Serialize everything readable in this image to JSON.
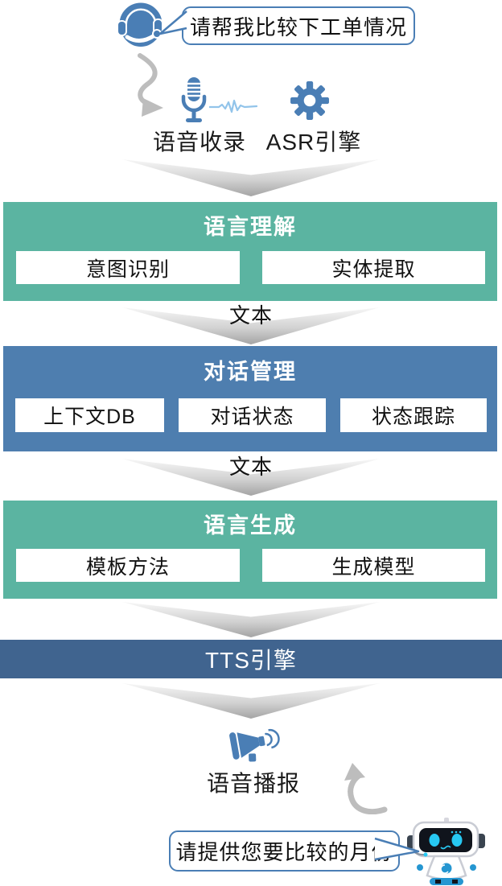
{
  "dialog": {
    "user_bubble": "请帮我比较下工单情况",
    "bot_bubble": "请提供您要比较的月份"
  },
  "frontend": {
    "voice_capture_label": "语音收录",
    "asr_label": "ASR引擎",
    "broadcast_label": "语音播报"
  },
  "stages": {
    "nlu": {
      "title": "语言理解",
      "items": [
        "意图识别",
        "实体提取"
      ]
    },
    "dm": {
      "title": "对话管理",
      "items": [
        "上下文DB",
        "对话状态",
        "状态跟踪"
      ]
    },
    "nlg": {
      "title": "语言生成",
      "items": [
        "模板方法",
        "生成模型"
      ]
    },
    "tts": {
      "title": "TTS引擎"
    }
  },
  "connectors": {
    "nlu_to_dm_label": "文本",
    "dm_to_nlg_label": "文本"
  },
  "colors": {
    "teal": "#5BB4A1",
    "blue": "#4E7EAF",
    "navy": "#40648F",
    "icon_blue": "#4A7EB5",
    "waveform_blue": "#92C4EA",
    "arrow_gray": "#BDBDBD"
  }
}
